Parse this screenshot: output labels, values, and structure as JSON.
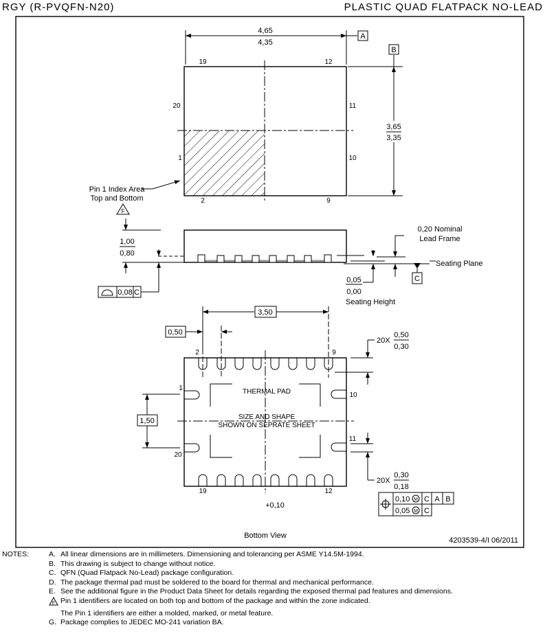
{
  "header": {
    "left_title": "RGY (R-PVQFN-N20)",
    "right_title": "PLASTIC QUAD FLATPACK NO-LEAD"
  },
  "top_view": {
    "width_max": "4,65",
    "width_min": "4,35",
    "datum_a": "A",
    "datum_b": "B",
    "height_max": "3,65",
    "height_min": "3,35",
    "pins": {
      "p19": "19",
      "p12": "12",
      "p20": "20",
      "p11": "11",
      "p1": "1",
      "p10": "10",
      "p2": "2",
      "p9": "9"
    },
    "pin1_label_line1": "Pin 1 Index Area",
    "pin1_label_line2": "Top and Bottom",
    "note_flag": "F"
  },
  "side_view": {
    "thickness_max": "1,00",
    "thickness_min": "0,80",
    "flatness_value": "0,08",
    "flatness_datum": "C",
    "lead_frame_line1": "0,20 Nominal",
    "lead_frame_line2": "Lead Frame",
    "seating_plane": "Seating Plane",
    "datum_c": "C",
    "seating_max": "0,05",
    "seating_min": "0,00",
    "seating_label": "Seating Height"
  },
  "bottom_view": {
    "span": "3,50",
    "pitch": "0,50",
    "pad_span": "1,50",
    "pins": {
      "p2": "2",
      "p9": "9",
      "p1": "1",
      "p10": "10",
      "p11": "11",
      "p20": "20",
      "p19": "19",
      "p12": "12"
    },
    "thermal_pad": "THERMAL PAD",
    "size_line1": "SIZE AND SHAPE",
    "size_line2": "SHOWN ON SEPRATE SHEET",
    "length_qty": "20X",
    "length_max": "0,50",
    "length_min": "0,30",
    "width_qty": "20X",
    "width_max": "0,30",
    "width_min": "0,18",
    "offset": "+0,10",
    "tol_row1": {
      "value": "0,10",
      "mod": "M",
      "d1": "C",
      "d2": "A",
      "d3": "B"
    },
    "tol_row2": {
      "value": "0,05",
      "mod": "M",
      "d1": "C"
    },
    "caption": "Bottom View"
  },
  "drawing_number": "4203539-4/I  06/2011",
  "notes": {
    "label": "NOTES:",
    "items": [
      {
        "letter": "A.",
        "text": "All linear dimensions are in millimeters.  Dimensioning and tolerancing per ASME Y14.5M-1994."
      },
      {
        "letter": "B.",
        "text": "This drawing is subject to change without notice."
      },
      {
        "letter": "C.",
        "text": "QFN (Quad Flatpack No-Lead) package configuration."
      },
      {
        "letter": "D.",
        "text": "The package thermal pad must be soldered to the board for thermal and mechanical performance."
      },
      {
        "letter": "E.",
        "text": "See the additional figure in the Product Data Sheet for details regarding the exposed thermal pad features and dimensions."
      },
      {
        "letter": "F",
        "text": "Pin 1 identifiers are located on both top and bottom of the package and within the zone indicated."
      },
      {
        "letter": "",
        "text": "The Pin 1 identifiers are either a molded, marked, or metal feature."
      },
      {
        "letter": "G.",
        "text": "Package complies to JEDEC MO-241 variation BA."
      }
    ]
  }
}
